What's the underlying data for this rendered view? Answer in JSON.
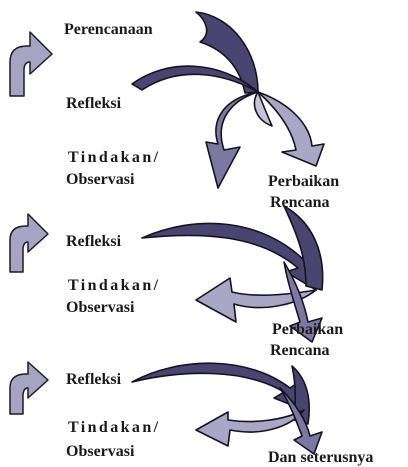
{
  "cycles": [
    {
      "labels": {
        "planning": "Perencanaan",
        "reflection": "Refleksi",
        "action_line1": "Tindakan/",
        "action_line2": "Observasi",
        "revision_line1": "Perbaikan",
        "revision_line2": "Rencana"
      }
    },
    {
      "labels": {
        "reflection": "Refleksi",
        "action_line1": "Tindakan/",
        "action_line2": "Observasi",
        "revision_line1": "Perbaikan",
        "revision_line2": "Rencana"
      }
    },
    {
      "labels": {
        "reflection": "Refleksi",
        "action_line1": "Tindakan/",
        "action_line2": "Observasi",
        "continuation": "Dan seterusnya"
      }
    }
  ],
  "colors": {
    "dark_arrow": "#4a4470",
    "mid_arrow": "#7d78a2",
    "light_arrow": "#a9a6c6",
    "outline": "#15131f"
  },
  "icons": [
    "up-right-arrow-icon"
  ]
}
